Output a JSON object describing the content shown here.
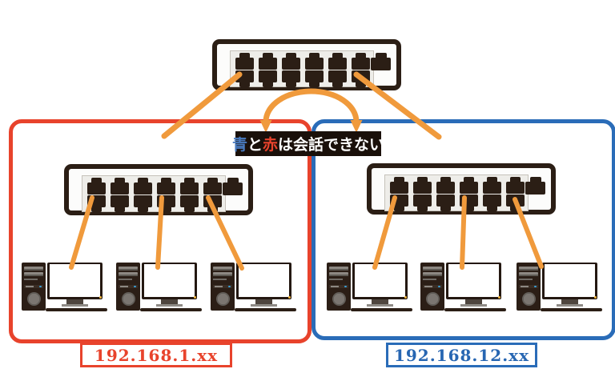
{
  "note": {
    "part_blue": "青",
    "part_and": "と",
    "part_red": "赤",
    "part_rest": "は会話できない"
  },
  "groups": [
    {
      "name": "red-segment",
      "label": "192.168.1.xx",
      "color": "#e8432c"
    },
    {
      "name": "blue-segment",
      "label": "192.168.12.xx",
      "color": "#2a6cb8"
    }
  ],
  "colors": {
    "cable_orange": "#f09a3c",
    "red_accent": "#e8432c",
    "blue_accent": "#2a6cb8",
    "note_blue_text": "#4a7cc1",
    "note_background": "#1a100a",
    "device_dark_brown": "#2b1e15",
    "switch_panel_grey": "#eeede9"
  },
  "devices": {
    "switch_count": 3,
    "ports_per_row": 6,
    "port_rows": 2,
    "uplink_ports_per_switch": 1,
    "computers_per_group": 3
  }
}
